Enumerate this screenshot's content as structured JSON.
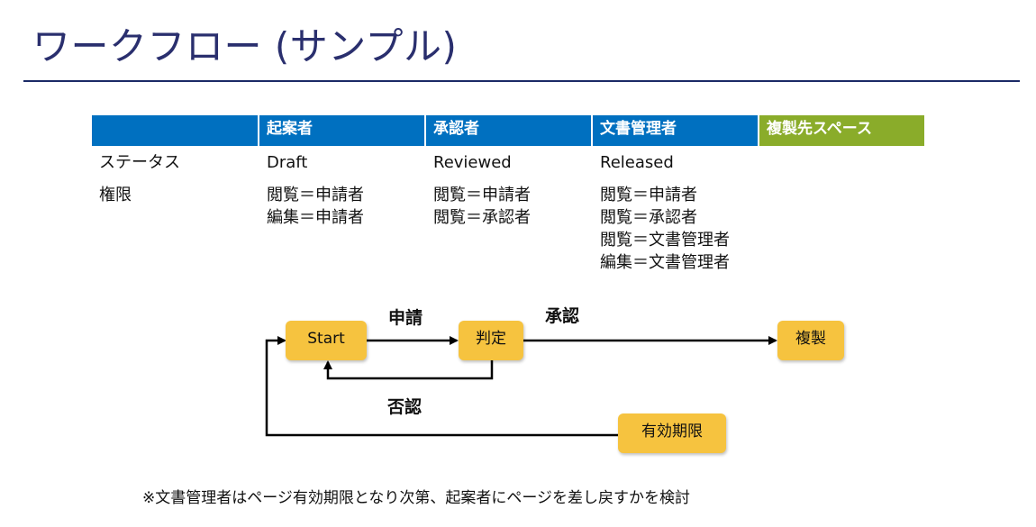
{
  "title": "ワークフロー (サンプル)",
  "colors": {
    "header_blue": "#0070c0",
    "header_green": "#8aac2a",
    "node_fill": "#f6c33f",
    "title_color": "#2a2f6e"
  },
  "table": {
    "header": [
      "",
      "起案者",
      "承認者",
      "文書管理者",
      "複製先スペース"
    ],
    "rows": [
      {
        "label": "ステータス",
        "cells": [
          [
            "Draft"
          ],
          [
            "Reviewed"
          ],
          [
            "Released"
          ],
          []
        ]
      },
      {
        "label": "権限",
        "cells": [
          [
            "閲覧＝申請者",
            "編集＝申請者"
          ],
          [
            "閲覧＝申請者",
            "閲覧＝承認者"
          ],
          [
            "閲覧＝申請者",
            "閲覧＝承認者",
            "閲覧＝文書管理者",
            "編集＝文書管理者"
          ],
          []
        ]
      }
    ]
  },
  "flow": {
    "nodes": {
      "start": "Start",
      "judge": "判定",
      "copy": "複製",
      "expiry": "有効期限"
    },
    "edges": {
      "apply": "申請",
      "approve": "承認",
      "reject": "否認"
    }
  },
  "footnote": "※文書管理者はページ有効期限となり次第、起案者にページを差し戻すかを検討"
}
